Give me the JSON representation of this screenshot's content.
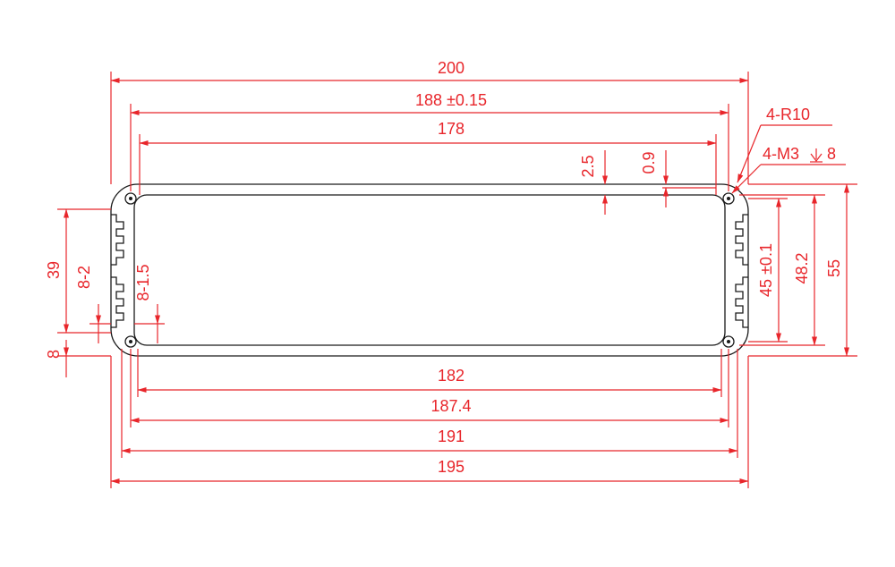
{
  "drawing": {
    "horizontal_dims_top": [
      {
        "label": "200"
      },
      {
        "label": "188 ±0.15"
      },
      {
        "label": "178"
      }
    ],
    "horizontal_dims_bottom": [
      {
        "label": "182"
      },
      {
        "label": "187.4"
      },
      {
        "label": "191"
      },
      {
        "label": "195"
      }
    ],
    "small_dims": [
      {
        "label": "2.5"
      },
      {
        "label": "0.9"
      }
    ],
    "callouts": [
      {
        "label": "4-R10"
      },
      {
        "label": "4-M3"
      },
      {
        "label": "8"
      }
    ],
    "vertical_dims_left": [
      {
        "label": "39"
      },
      {
        "label": "8-2"
      },
      {
        "label": "8-1.5"
      },
      {
        "label": "8"
      }
    ],
    "vertical_dims_right": [
      {
        "label": "45 ±0.1"
      },
      {
        "label": "48.2"
      },
      {
        "label": "55"
      }
    ]
  }
}
